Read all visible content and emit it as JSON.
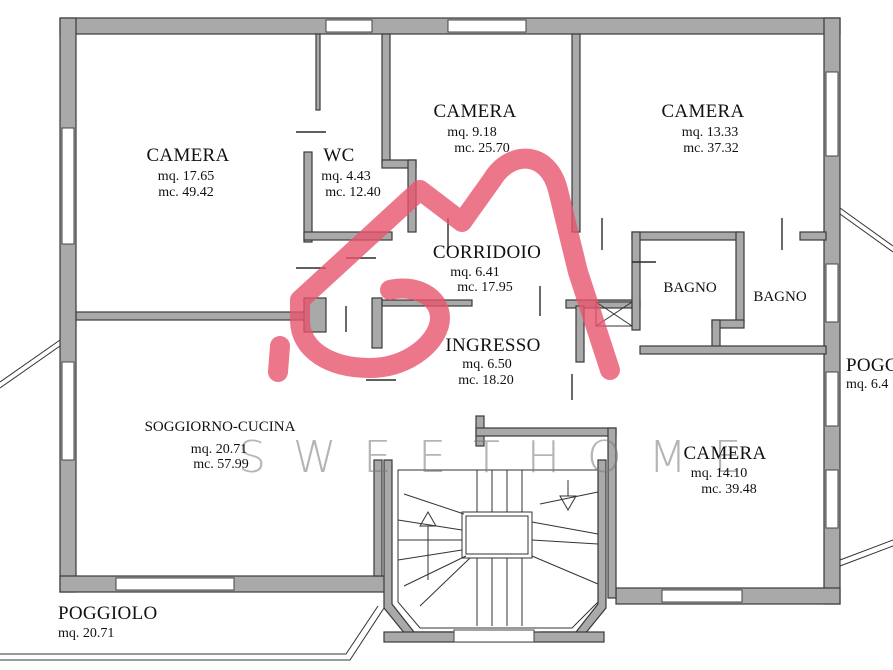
{
  "rooms": {
    "camera_nw": {
      "name": "CAMERA",
      "mq": "mq. 17.65",
      "mc": "mc. 49.42"
    },
    "wc": {
      "name": "WC",
      "mq": "mq. 4.43",
      "mc": "mc. 12.40"
    },
    "camera_n": {
      "name": "CAMERA",
      "mq": "mq. 9.18",
      "mc": "mc. 25.70"
    },
    "camera_ne": {
      "name": "CAMERA",
      "mq": "mq. 13.33",
      "mc": "mc. 37.32"
    },
    "corridoio": {
      "name": "CORRIDOIO",
      "mq": "mq. 6.41",
      "mc": "mc. 17.95"
    },
    "bagno_1": {
      "name": "BAGNO"
    },
    "bagno_2": {
      "name": "BAGNO"
    },
    "ingresso": {
      "name": "INGRESSO",
      "mq": "mq. 6.50",
      "mc": "mc. 18.20"
    },
    "soggiorno": {
      "name": "SOGGIORNO-CUCINA",
      "mq": "mq. 20.71",
      "mc": "mc. 57.99"
    },
    "camera_se": {
      "name": "CAMERA",
      "mq": "mq. 14.10",
      "mc": "mc. 39.48"
    },
    "poggiolo_sw": {
      "name": "POGGIOLO",
      "mq": "mq. 20.71"
    },
    "poggiolo_e": {
      "name": "POGG",
      "mq": "mq. 6.4"
    }
  },
  "watermark": {
    "text": "SWEETHOME",
    "logo": "sweethome-logo",
    "color": "#e8556d"
  },
  "colors": {
    "wall": "#a9a9a9",
    "line": "#2b2b2b",
    "logo": "#e8556d"
  }
}
